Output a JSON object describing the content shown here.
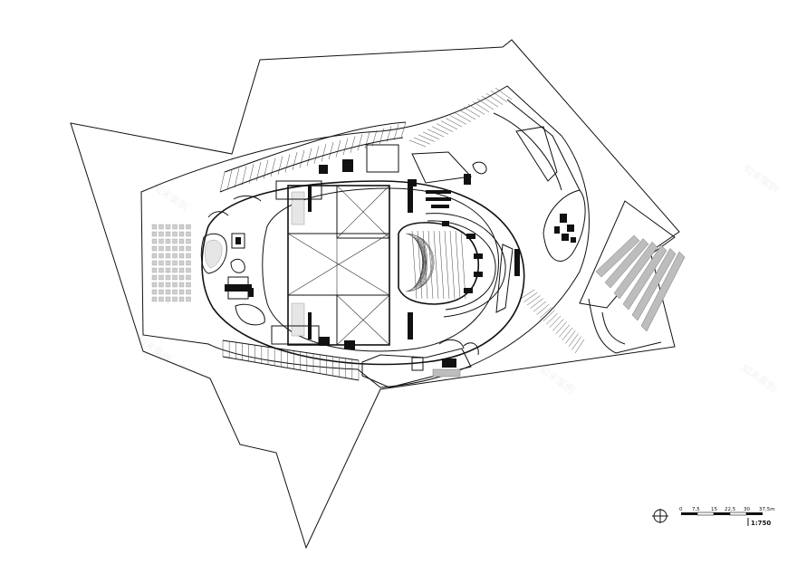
{
  "scale_bar": {
    "ticks": [
      "0",
      "7,5",
      "15",
      "22,5",
      "30",
      "37,5m"
    ],
    "ratio": "1:750"
  },
  "watermark": {
    "text": "知末案例"
  },
  "colors": {
    "line": "#111111",
    "fill_dark": "#111111",
    "fill_grey": "#bdbdbd",
    "background": "#ffffff"
  }
}
